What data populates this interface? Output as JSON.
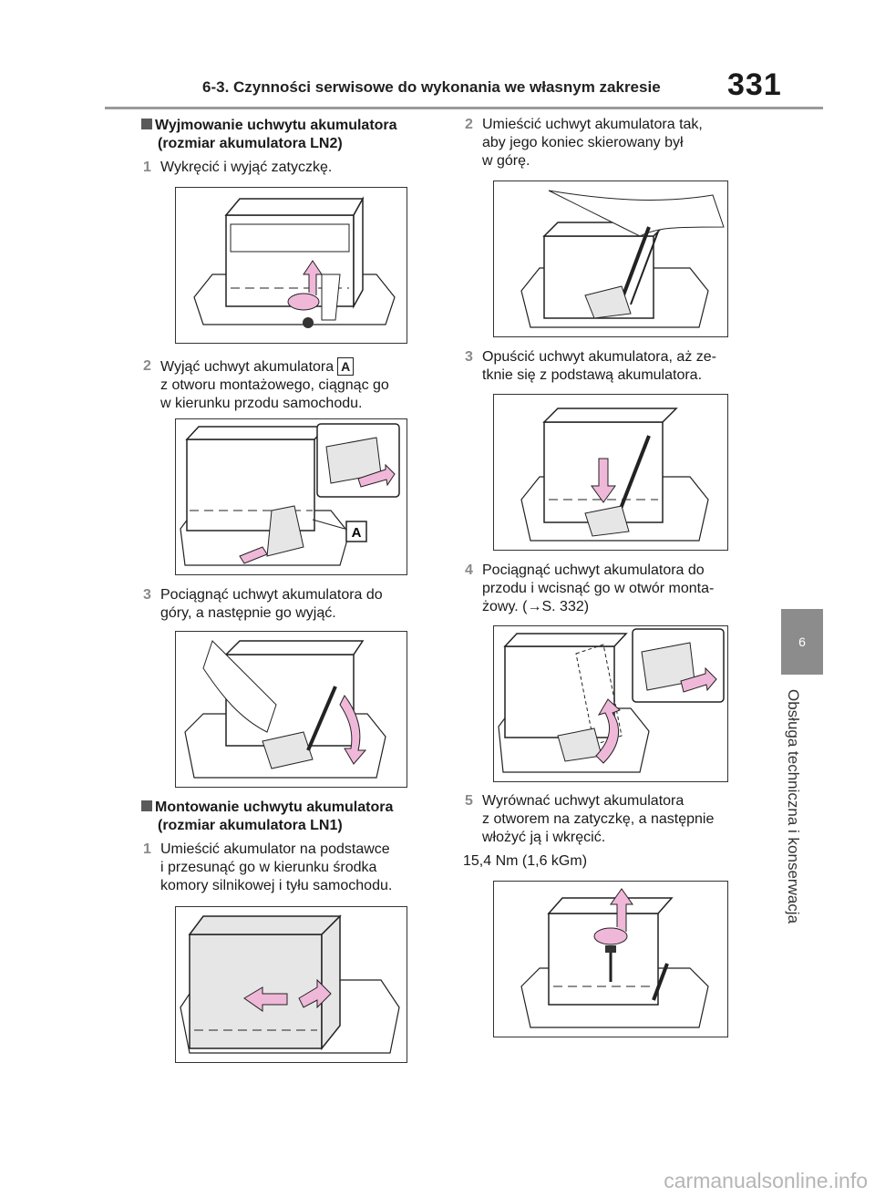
{
  "header": {
    "title": "6-3. Czynności serwisowe do wykonania we własnym zakresie",
    "page_number": "331"
  },
  "side": {
    "tab_number": "6",
    "label": "Obsługa techniczna i konserwacja"
  },
  "left": {
    "section1": {
      "line1": "Wyjmowanie uchwytu akumulatora",
      "line2": "(rozmiar akumulatora LN2)"
    },
    "steps": [
      {
        "num": "1",
        "text": "Wykręcić i wyjąć zatyczkę."
      },
      {
        "num": "2",
        "text1": "Wyjąć uchwyt akumulatora",
        "label": "A",
        "text2": "z otworu montażowego, ciągnąc go",
        "text3": "w kierunku przodu samochodu."
      },
      {
        "num": "3",
        "text1": "Pociągnąć uchwyt akumulatora do",
        "text2": "góry, a następnie go wyjąć."
      }
    ],
    "section2": {
      "line1": "Montowanie uchwytu akumulatora",
      "line2": "(rozmiar akumulatora LN1)"
    },
    "step_mount1": {
      "num": "1",
      "text1": "Umieścić akumulator na podstawce",
      "text2": "i przesunąć go w kierunku środka",
      "text3": "komory silnikowej i tyłu samochodu."
    },
    "figure_label": "A"
  },
  "right": {
    "steps": [
      {
        "num": "2",
        "text1": "Umieścić uchwyt akumulatora tak,",
        "text2": "aby jego koniec skierowany był",
        "text3": "w górę."
      },
      {
        "num": "3",
        "text1": "Opuścić uchwyt akumulatora, aż ze-",
        "text2": "tknie się z podstawą akumulatora."
      },
      {
        "num": "4",
        "text1": "Pociągnąć uchwyt akumulatora do",
        "text2": "przodu i wcisnąć go w otwór monta-",
        "text3": "żowy. (→S. 332)"
      },
      {
        "num": "5",
        "text1": "Wyrównać uchwyt akumulatora",
        "text2": "z otworem na zatyczkę, a następnie",
        "text3": "włożyć ją i wkręcić."
      }
    ],
    "torque": "15,4 Nm (1,6 kGm)"
  },
  "watermark": "carmanualsonline.info",
  "colors": {
    "arrow_pink": "#f0b8d8",
    "battery_fill": "#e6e6e6"
  }
}
